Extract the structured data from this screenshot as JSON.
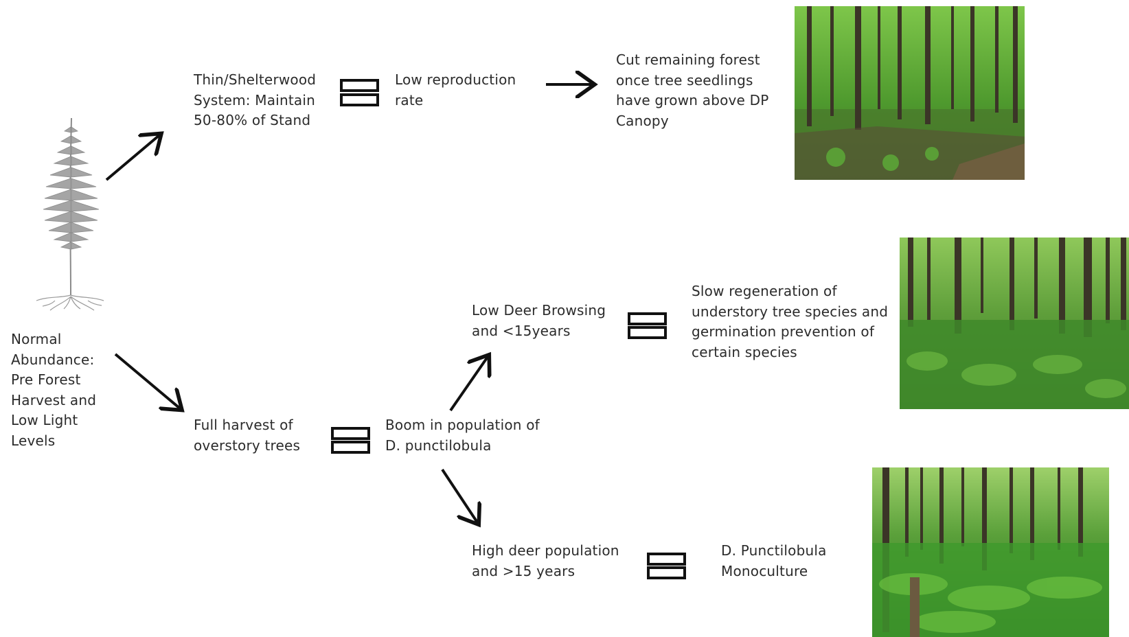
{
  "nodes": {
    "normal_abundance": "Normal\nAbundance:\nPre Forest\nHarvest and\nLow Light\nLevels",
    "thin_shelterwood": "Thin/Shelterwood\nSystem: Maintain\n50-80% of Stand",
    "low_reproduction": "Low reproduction\nrate",
    "cut_remaining": "Cut remaining forest\nonce tree seedlings\nhave grown above DP\nCanopy",
    "full_harvest": "Full harvest of\noverstory trees",
    "boom_population": "Boom in population of\nD. punctilobula",
    "low_deer": "Low Deer Browsing\nand <15years",
    "slow_regeneration": "Slow regeneration of\nunderstory tree species and\ngermination prevention of\ncertain species",
    "high_deer": "High deer population\nand >15 years",
    "monoculture": "D. Punctilobula\nMonoculture"
  },
  "images": {
    "fern": "fern-illustration",
    "photo_top": "forest-photo-sparse-understory",
    "photo_middle": "forest-photo-moderate-fern-understory",
    "photo_bottom": "forest-photo-dense-fern-monoculture"
  },
  "colors": {
    "text": "#2b2b2b",
    "arrow": "#111111",
    "canopy": "#4f9a2e",
    "understory": "#3f8a2a",
    "trunk": "#3b3527",
    "fern": "#8a8a8a"
  }
}
